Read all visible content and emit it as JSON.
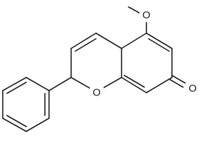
{
  "molecule": {
    "atom_labels": {
      "ring_oxygen": "O",
      "carbonyl_oxygen": "O",
      "methoxy_oxygen": "O"
    },
    "bond_color": "#1a1a1a",
    "background_color": "#ffffff"
  }
}
